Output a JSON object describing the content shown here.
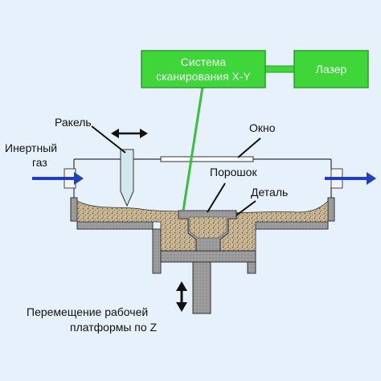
{
  "diagram": {
    "scanner_label_line1": "Система",
    "scanner_label_line2": "сканирования X-Y",
    "laser_label": "Лазер",
    "recoater_label": "Ракель",
    "window_label": "Окно",
    "inert_gas_line1": "Инертный",
    "inert_gas_line2": "газ",
    "powder_label": "Порошок",
    "part_label": "Деталь",
    "platform_line1": "Перемещение рабочей",
    "platform_line2": "платформы по Z"
  },
  "colors": {
    "background": "#e6f1fb",
    "box_green": "#3fd63a",
    "box_border": "#2f9b2b",
    "laser_beam": "#3bbf3b",
    "gas_arrow": "#1f3fbf",
    "wall_gray": "#8a8a8a",
    "powder": "#c8b89a",
    "part_gray": "#9a9a9a",
    "recoater_blade": "#cfe9ee"
  }
}
